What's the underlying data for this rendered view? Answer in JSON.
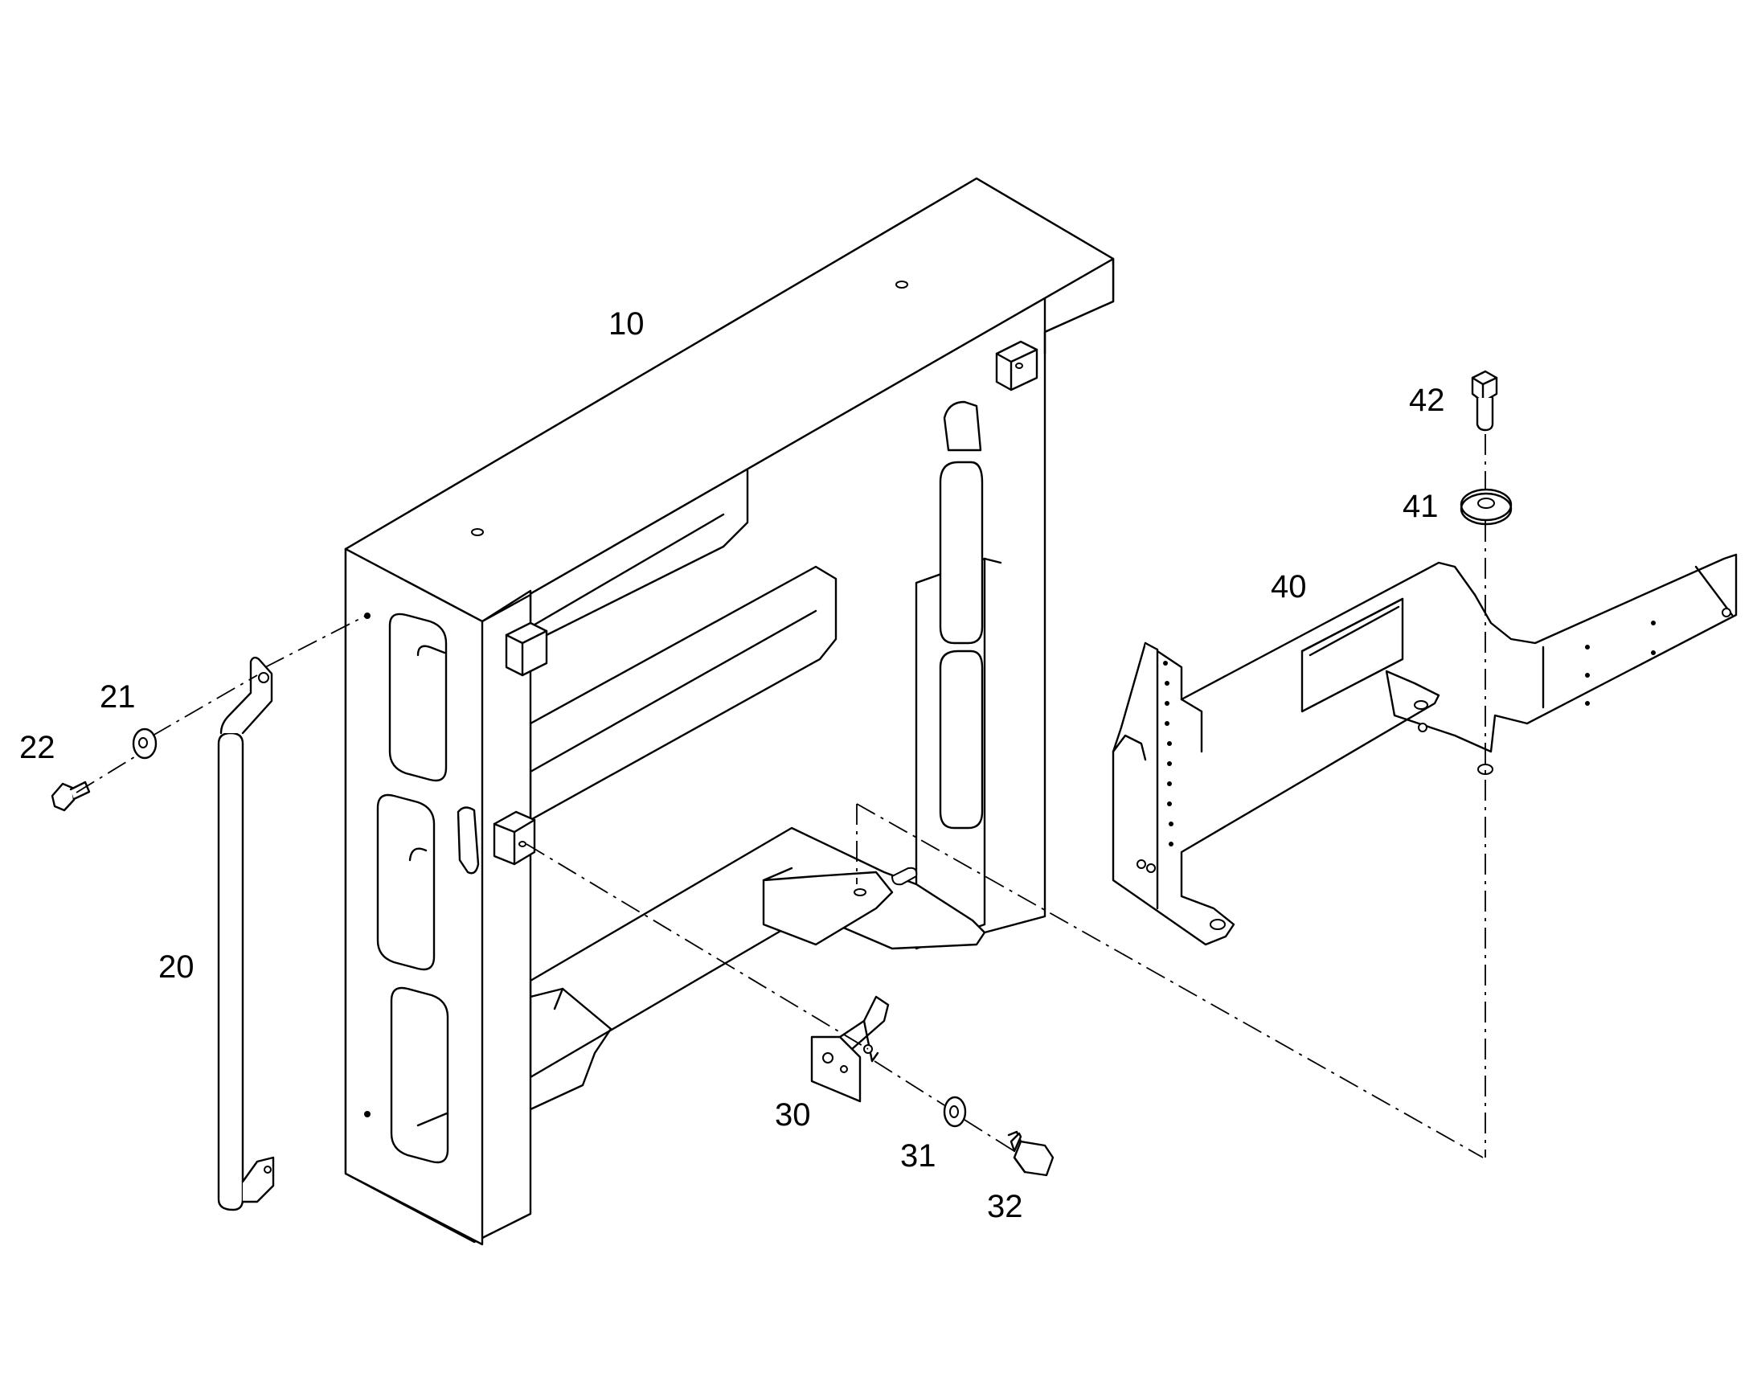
{
  "callouts": {
    "c10": "10",
    "c20": "20",
    "c21": "21",
    "c22": "22",
    "c30": "30",
    "c31": "31",
    "c32": "32",
    "c40": "40",
    "c41": "41",
    "c42": "42"
  },
  "colors": {
    "line": "#000000",
    "background": "#ffffff"
  }
}
